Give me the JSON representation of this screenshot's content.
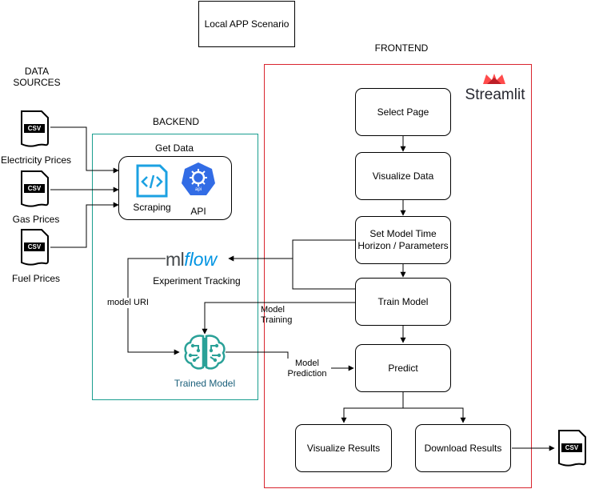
{
  "title": "Local APP Scenario",
  "data_sources": {
    "heading": "DATA\nSOURCES",
    "file_badge": "CSV",
    "items": [
      {
        "label": "Electricity Prices"
      },
      {
        "label": "Gas Prices"
      },
      {
        "label": "Fuel Prices"
      }
    ]
  },
  "backend": {
    "label": "BACKEND",
    "get_data": {
      "title": "Get Data",
      "scraping_label": "Scraping",
      "api_label": "API",
      "api_badge": "api"
    },
    "mlflow": {
      "logo_ml": "ml",
      "logo_flow": "flow",
      "label": "Experiment Tracking"
    },
    "trained_model_label": "Trained Model",
    "model_uri_label": "model URI"
  },
  "frontend": {
    "label": "FRONTEND",
    "brand": "Streamlit",
    "steps": {
      "select_page": "Select Page",
      "visualize_data": "Visualize Data",
      "set_params": "Set Model Time\nHorizon / Parameters",
      "train_model": "Train Model",
      "predict": "Predict",
      "visualize_results": "Visualize Results",
      "download_results": "Download Results"
    }
  },
  "edge_labels": {
    "model_training": "Model\nTraining",
    "model_prediction": "Model\nPrediction"
  },
  "output_file_badge": "CSV",
  "colors": {
    "backend_border": "#1a9e8f",
    "frontend_border": "#d9252e",
    "streamlit_red": "#ff4b4b",
    "api_blue": "#326ce5",
    "scraping_blue": "#1ba1e2",
    "mlflow_blue": "#0194e2",
    "model_teal": "#2aa198"
  }
}
